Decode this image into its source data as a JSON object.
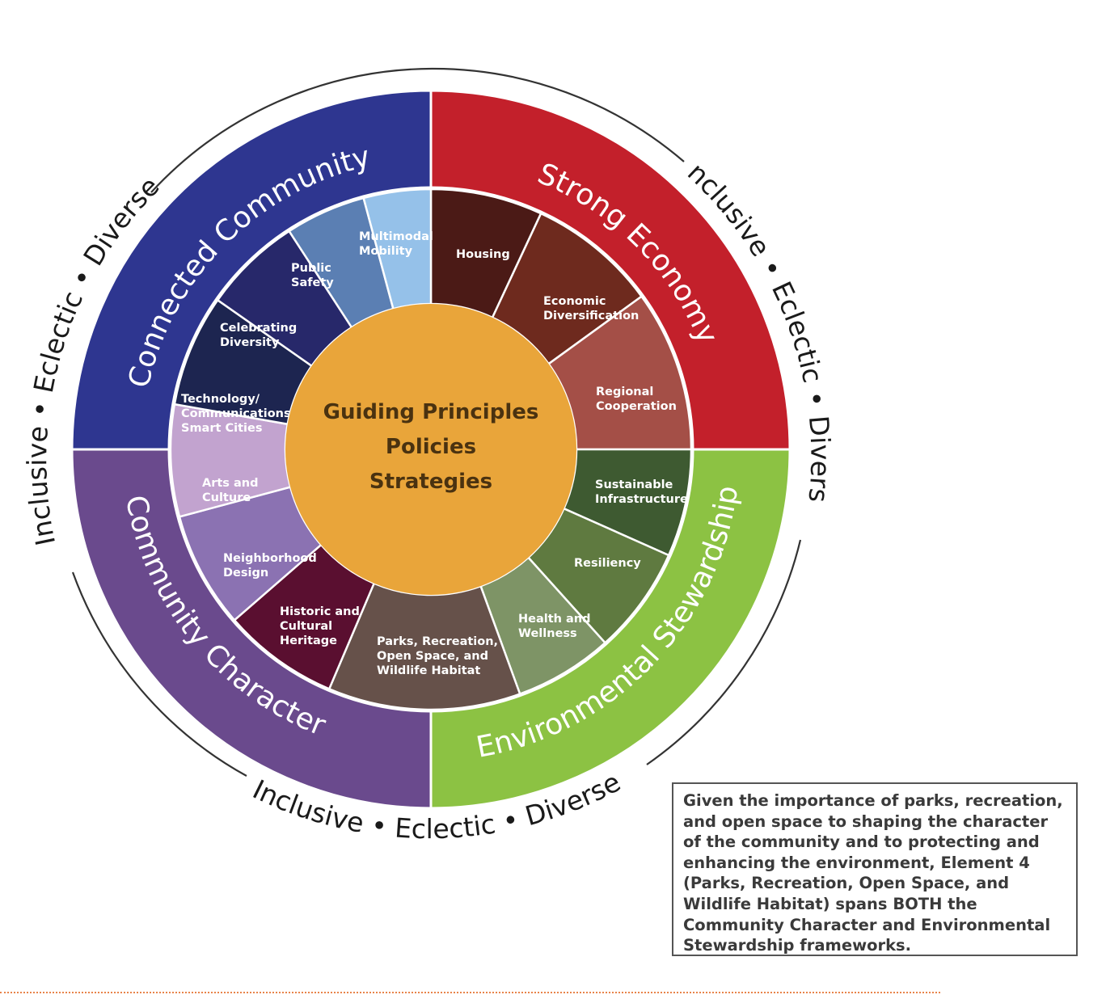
{
  "center": {
    "lines": [
      "Guiding Principles",
      "Policies",
      "Strategies"
    ],
    "color": "#e9a53a"
  },
  "quadrants": [
    {
      "id": "connected-community",
      "label": "Connected Community",
      "color": "#2e3690"
    },
    {
      "id": "strong-economy",
      "label": "Strong Economy",
      "color": "#c3202b"
    },
    {
      "id": "environmental-stewardship",
      "label": "Environmental Stewardship",
      "color": "#8cc243"
    },
    {
      "id": "community-character",
      "label": "Community Character",
      "color": "#6a4a8d"
    }
  ],
  "elements": [
    {
      "id": "housing",
      "lines": [
        "Housing"
      ],
      "color": "#4b1a16"
    },
    {
      "id": "economic-diversification",
      "lines": [
        "Economic",
        "Diversification"
      ],
      "color": "#6e2a1e"
    },
    {
      "id": "regional-cooperation",
      "lines": [
        "Regional",
        "Cooperation"
      ],
      "color": "#a44f47"
    },
    {
      "id": "sustainable-infrastructure",
      "lines": [
        "Sustainable",
        "Infrastructure"
      ],
      "color": "#3e5a31"
    },
    {
      "id": "resiliency",
      "lines": [
        "Resiliency"
      ],
      "color": "#5f7a40"
    },
    {
      "id": "health-and-wellness",
      "lines": [
        "Health and",
        "Wellness"
      ],
      "color": "#7e9466"
    },
    {
      "id": "parks-recreation",
      "lines": [
        "Parks, Recreation,",
        "Open Space, and",
        "Wildlife Habitat"
      ],
      "color": "#66514a"
    },
    {
      "id": "historic-cultural-heritage",
      "lines": [
        "Historic and",
        "Cultural",
        "Heritage"
      ],
      "color": "#5a0f30"
    },
    {
      "id": "neighborhood-design",
      "lines": [
        "Neighborhood",
        "Design"
      ],
      "color": "#8b72b2"
    },
    {
      "id": "arts-and-culture",
      "lines": [
        "Arts and",
        "Culture"
      ],
      "color": "#c2a3cf"
    },
    {
      "id": "technology-communications",
      "lines": [
        "Technology/",
        "Communications/",
        "Smart Cities"
      ],
      "color": "#1d2550"
    },
    {
      "id": "celebrating-diversity",
      "lines": [
        "Celebrating",
        "Diversity"
      ],
      "color": "#27286a"
    },
    {
      "id": "public-safety",
      "lines": [
        "Public",
        "Safety"
      ],
      "color": "#5b7fb3"
    },
    {
      "id": "multimodal-mobility",
      "lines": [
        "Multimodal",
        "Mobility"
      ],
      "color": "#95c1e9"
    }
  ],
  "values_text": "Inclusive • Eclectic • Diverse",
  "note": "Given the importance of parks, recreation, and open space to shaping the character of the community and to protecting and enhancing the environment, Element 4 (Parks, Recreation, Open Space, and Wildlife Habitat) spans BOTH the Community Character and Environmental Stewardship frameworks."
}
